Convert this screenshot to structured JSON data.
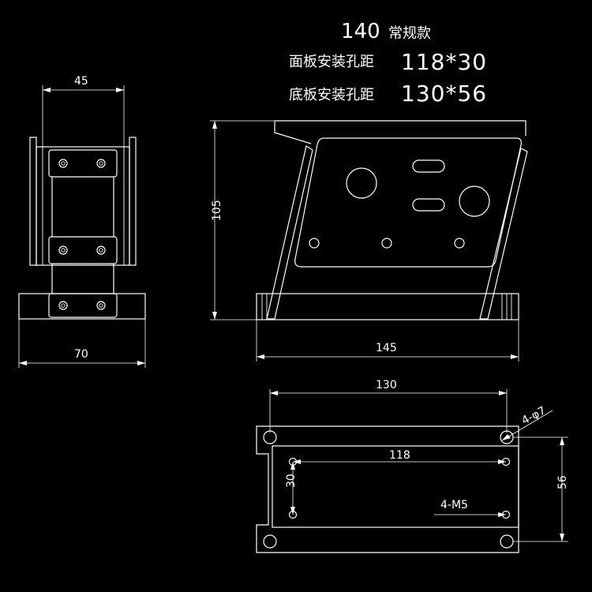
{
  "title": {
    "model": "140",
    "variant": "常规款"
  },
  "specs": [
    {
      "label": "面板安装孔距",
      "value": "118*30"
    },
    {
      "label": "底板安装孔距",
      "value": "130*56"
    }
  ],
  "side_view": {
    "top_width": "45",
    "base_width": "70"
  },
  "front_view": {
    "height": "105",
    "base_length": "145"
  },
  "base_plate": {
    "outer_hole_spacing": "130",
    "outer_hole_spec": "4-φ7",
    "outer_hole_depth": "56",
    "inner_hole_spacing": "118",
    "inner_hole_depth": "30",
    "inner_hole_spec": "4-M5"
  },
  "colors": {
    "background": "#000000",
    "linework": "#ffffff"
  }
}
